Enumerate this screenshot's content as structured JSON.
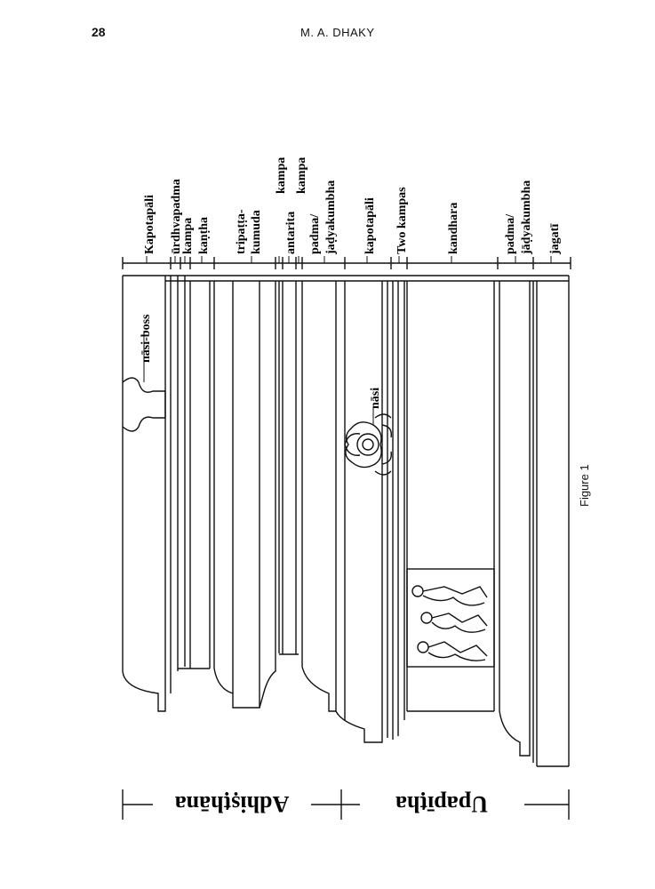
{
  "header": {
    "page_number": "28",
    "author": "M. A. DHAKY"
  },
  "figure": {
    "caption": "Figure 1",
    "moulding_labels": {
      "kapotapali_top": "Kapotapāli",
      "urdhvapadma": "ūrdhvapadma",
      "kampa_1": "kampa",
      "kantha": "kaṇṭha",
      "tripatta": "tripaṭṭa-",
      "kumuda": "kumuda",
      "kampa_2": "kampa",
      "antarita": "antarita",
      "kampa_3": "kampa",
      "padma_1": "padma/",
      "jadyakumbha_1": "jaḍyakumbha",
      "kapotapali_2": "kapotapāli",
      "two_kampas": "Two kampas",
      "kandhara": "kandhara",
      "padma_2": "padma/",
      "jadyakumbha_2": "jāḍyakumbha",
      "jagati": "jagatī"
    },
    "element_labels": {
      "nasi_boss": "nāsi-boss",
      "nasi": "nāsi"
    },
    "zone_labels": {
      "adhisthana": "Adhiṣṭhāna",
      "upapitha": "Upapīṭha"
    }
  }
}
